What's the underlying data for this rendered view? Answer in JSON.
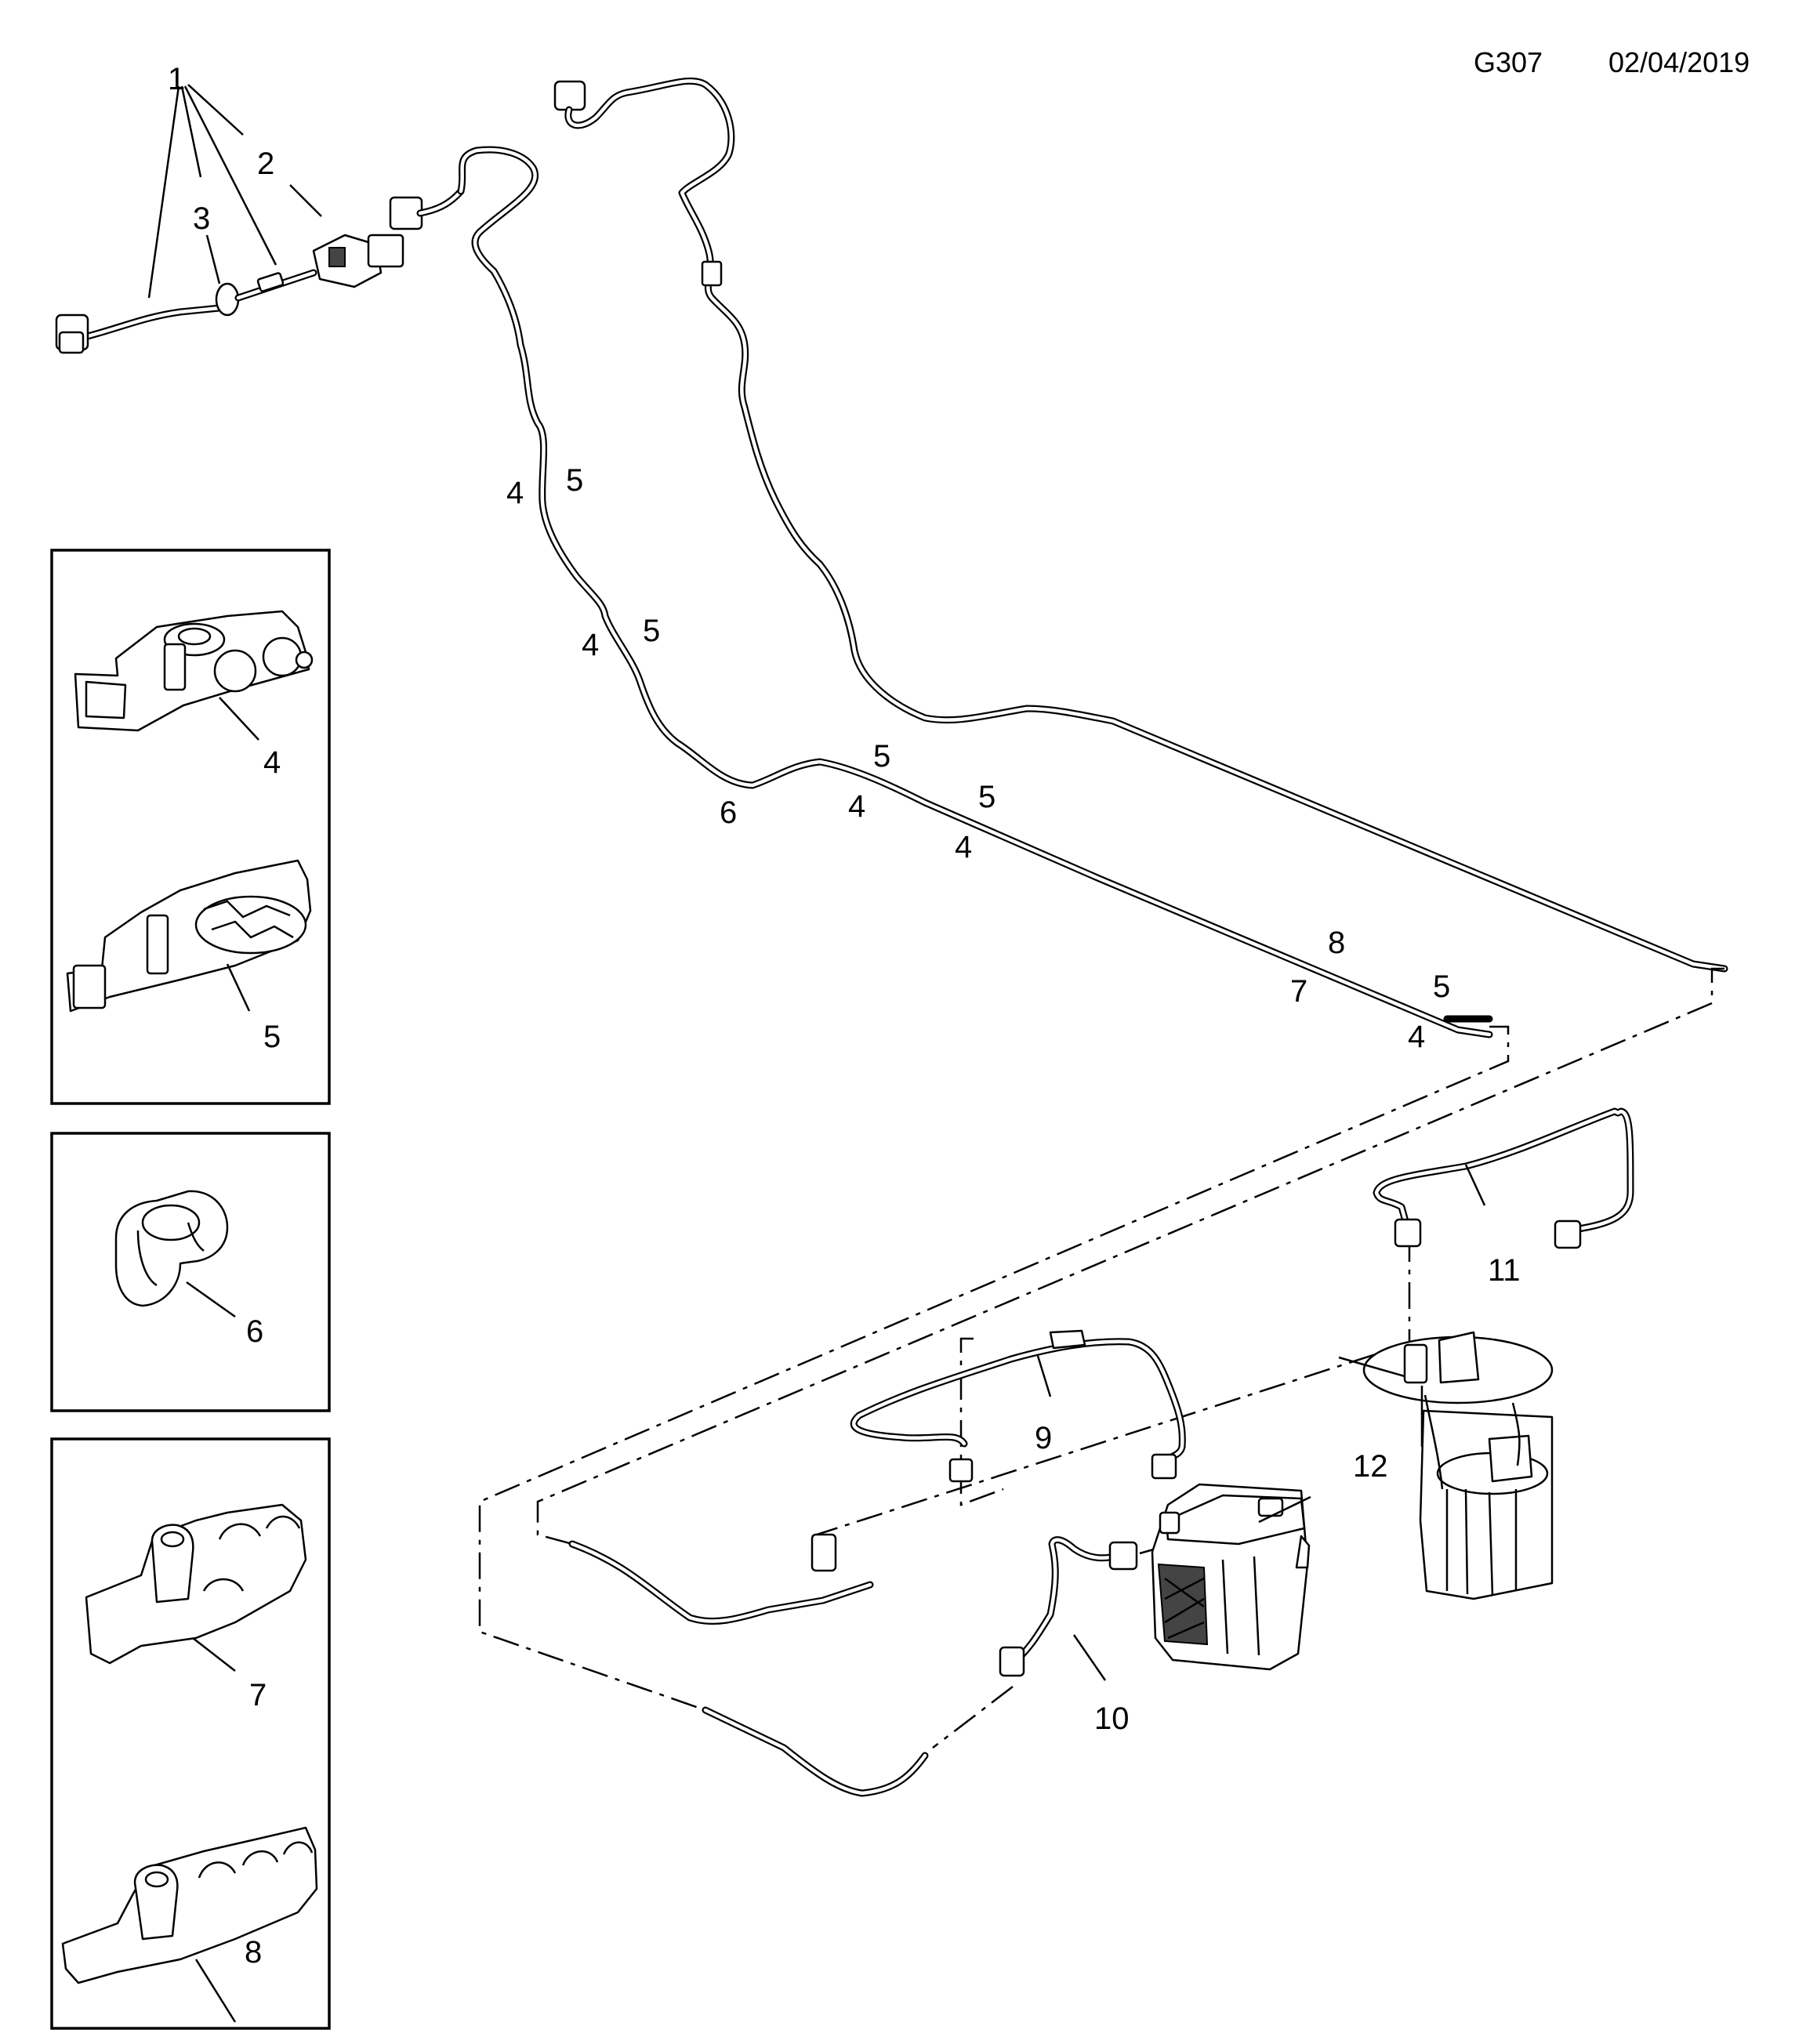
{
  "header": {
    "diagram_code": "G307",
    "date": "02/04/2019"
  },
  "callouts": {
    "c1": "1",
    "c2": "2",
    "c3": "3",
    "c4a": "4",
    "c5a": "5",
    "c4b": "4",
    "c5b": "5",
    "c6": "6",
    "c5c": "5",
    "c4c": "4",
    "c5d": "5",
    "c4d": "4",
    "c8": "8",
    "c7": "7",
    "c5e": "5",
    "c4e": "4",
    "c11": "11",
    "c9": "9",
    "c12": "12",
    "c10": "10"
  },
  "insets": {
    "clip_4": "4",
    "clip_5": "5",
    "clip_6": "6",
    "clip_7": "7",
    "clip_8": "8"
  }
}
